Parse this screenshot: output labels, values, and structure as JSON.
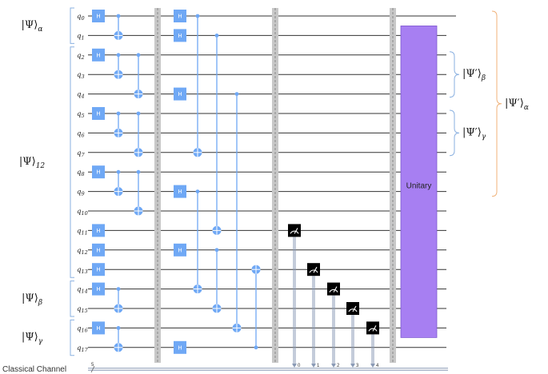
{
  "qubits": [
    {
      "name": "q",
      "index": "0"
    },
    {
      "name": "q",
      "index": "1"
    },
    {
      "name": "q",
      "index": "2"
    },
    {
      "name": "q",
      "index": "3"
    },
    {
      "name": "q",
      "index": "4"
    },
    {
      "name": "q",
      "index": "5"
    },
    {
      "name": "q",
      "index": "6"
    },
    {
      "name": "q",
      "index": "7"
    },
    {
      "name": "q",
      "index": "8"
    },
    {
      "name": "q",
      "index": "9"
    },
    {
      "name": "q",
      "index": "10"
    },
    {
      "name": "q",
      "index": "11"
    },
    {
      "name": "q",
      "index": "12"
    },
    {
      "name": "q",
      "index": "13"
    },
    {
      "name": "q",
      "index": "14"
    },
    {
      "name": "q",
      "index": "15"
    },
    {
      "name": "q",
      "index": "16"
    },
    {
      "name": "q",
      "index": "17"
    }
  ],
  "classical": {
    "label": "Classical Channel",
    "width": "5",
    "bits": [
      "0",
      "1",
      "2",
      "3",
      "4"
    ]
  },
  "left_states": [
    {
      "base": "|Ψ⟩",
      "sub": "α",
      "from": 0,
      "to": 1
    },
    {
      "base": "|Ψ⟩",
      "sub": "12",
      "from": 2,
      "to": 13
    },
    {
      "base": "|Ψ⟩",
      "sub": "β",
      "from": 14,
      "to": 15
    },
    {
      "base": "|Ψ⟩",
      "sub": "γ",
      "from": 16,
      "to": 17
    }
  ],
  "right_states": [
    {
      "base": "|Ψ′⟩",
      "sub": "β",
      "from": 2,
      "to": 4
    },
    {
      "base": "|Ψ′⟩",
      "sub": "γ",
      "from": 5,
      "to": 7
    },
    {
      "base": "|Ψ′⟩",
      "sub": "α",
      "from": 0,
      "to": 9
    }
  ],
  "gate_label": "H",
  "unitary_label": "Unitary",
  "colors": {
    "gate": "#6fa8f5",
    "control": "#6fa8f5",
    "measure": "#000000",
    "unitary": "#a77ff2",
    "barrier": "#c8c8c8",
    "brace": "#f0b27a",
    "bracket": "#8ab0e0",
    "wire": "#333333"
  },
  "circuit": {
    "h_gates": [
      [
        0,
        0
      ],
      [
        2,
        0
      ],
      [
        5,
        0
      ],
      [
        8,
        0
      ],
      [
        11,
        0
      ],
      [
        12,
        0
      ],
      [
        13,
        0
      ],
      [
        14,
        0
      ],
      [
        16,
        0
      ],
      [
        0,
        1
      ],
      [
        1,
        1
      ],
      [
        4,
        1
      ],
      [
        9,
        1
      ],
      [
        12,
        1
      ],
      [
        17,
        1
      ]
    ],
    "cnots": [
      {
        "col": "c1",
        "ctrl": 0,
        "tgt": 1
      },
      {
        "col": "c1",
        "ctrl": 2,
        "tgt": 3
      },
      {
        "col": "c2",
        "ctrl": 2,
        "tgt": 4
      },
      {
        "col": "c1",
        "ctrl": 5,
        "tgt": 6
      },
      {
        "col": "c2",
        "ctrl": 5,
        "tgt": 7
      },
      {
        "col": "c1",
        "ctrl": 8,
        "tgt": 9
      },
      {
        "col": "c2",
        "ctrl": 8,
        "tgt": 10
      },
      {
        "col": "c1",
        "ctrl": 14,
        "tgt": 15
      },
      {
        "col": "c1",
        "ctrl": 16,
        "tgt": 17
      },
      {
        "col": "d1",
        "ctrl": 0,
        "tgt": 7
      },
      {
        "col": "d1",
        "ctrl": 9,
        "tgt": 14
      },
      {
        "col": "d2",
        "ctrl": 1,
        "tgt": 11
      },
      {
        "col": "d2",
        "ctrl": 12,
        "tgt": 15
      },
      {
        "col": "d3",
        "ctrl": 4,
        "tgt": 16
      },
      {
        "col": "d4",
        "ctrl": 17,
        "tgt": 13
      }
    ],
    "measurements": [
      {
        "qubit": 11,
        "cbit": 0
      },
      {
        "qubit": 13,
        "cbit": 1
      },
      {
        "qubit": 14,
        "cbit": 2
      },
      {
        "qubit": 15,
        "cbit": 3
      },
      {
        "qubit": 16,
        "cbit": 4
      }
    ],
    "unitary_span": [
      1,
      16
    ]
  }
}
